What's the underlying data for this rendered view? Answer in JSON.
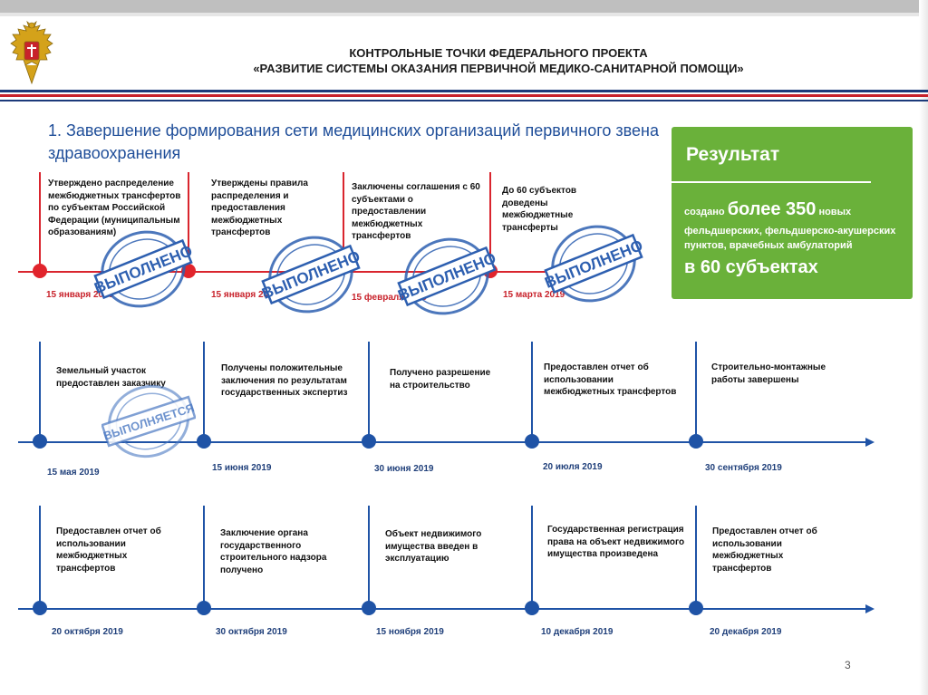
{
  "header": {
    "line1": "КОНТРОЛЬНЫЕ ТОЧКИ ФЕДЕРАЛЬНОГО ПРОЕКТА",
    "line2": "«РАЗВИТИЕ СИСТЕМЫ ОКАЗАНИЯ ПЕРВИЧНОЙ МЕДИКО-САНИТАРНОЙ ПОМОЩИ»"
  },
  "section_title": "1. Завершение формирования сети медицинских организаций первичного звена здравоохранения",
  "result": {
    "title": "Результат",
    "prefix": "создано",
    "big": "более 350",
    "suffix": "новых",
    "desc": "фельдшерских, фельдшерско-акушерских пунктов, врачебных амбулаторий",
    "subjects": "в 60 субъектах"
  },
  "row1": [
    {
      "text": "Утверждено распределение межбюджетных трансфертов по субъектам Российской Федерации (муниципальным образованиям)",
      "date": "15 января 2019"
    },
    {
      "text": "Утверждены правила распределения и предоставления межбюджетных трансфертов",
      "date": "15 января 2019"
    },
    {
      "text": "Заключены соглашения с 60 субъектами о предоставлении межбюджетных трансфертов",
      "date": "15 февраля 2019"
    },
    {
      "text": "До 60 субъектов доведены межбюджетные трансферты",
      "date": "15 марта 2019"
    }
  ],
  "row2": [
    {
      "text": "Земельный участок предоставлен заказчику",
      "date": "15 мая 2019"
    },
    {
      "text": "Получены положительные заключения по результатам государственных экспертиз",
      "date": "15 июня 2019"
    },
    {
      "text": "Получено разрешение на строительство",
      "date": "30 июня 2019"
    },
    {
      "text": "Предоставлен отчет об использовании межбюджетных трансфертов",
      "date": "20 июля 2019"
    },
    {
      "text": "Строительно-монтажные работы завершены",
      "date": "30 сентября 2019"
    }
  ],
  "row3": [
    {
      "text": "Предоставлен отчет об использовании межбюджетных трансфертов",
      "date": "20 октября 2019"
    },
    {
      "text": "Заключение органа государственного строительного надзора получено",
      "date": "30 октября 2019"
    },
    {
      "text": "Объект недвижимого имущества введен в эксплуатацию",
      "date": "15 ноября 2019"
    },
    {
      "text": "Государственная регистрация права на объект недвижимого имущества произведена",
      "date": "10 декабря 2019"
    },
    {
      "text": "Предоставлен отчет об использовании межбюджетных трансфертов",
      "date": "20 декабря 2019"
    }
  ],
  "stamps": {
    "done": "ВЫПОЛНЕНО",
    "in_progress": "ВЫПОЛНЯЕТСЯ"
  },
  "page_number": "3",
  "colors": {
    "navy": "#1c3a7a",
    "red": "#c8222b",
    "green": "#6ab13a",
    "blue": "#1f53a6"
  }
}
